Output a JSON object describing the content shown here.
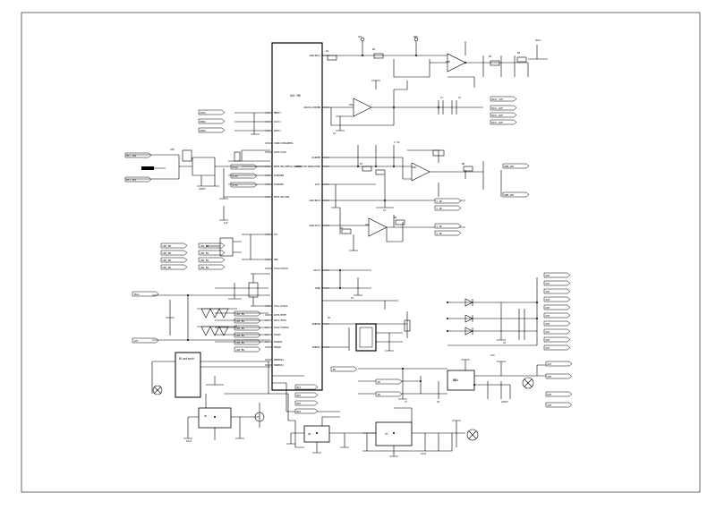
{
  "ic": {
    "main_name": "U41 MB",
    "left_pins": [
      "MBEST",
      "AVCC1",
      "AUDC1",
      "AVDD1/DEGAMPOL",
      "AVSS1/PAC",
      "MODE/DE/PPRVG/SGLPOL",
      "ECDDPRB",
      "ECDDPRS",
      "MODE/DE/PUR",
      "VCC",
      "GND",
      "XTAL2/DXCO",
      "XTAL1/DXCI",
      "PAT0/POFP",
      "PAT1/POFS",
      "PXCK/TOPPOL",
      "TOPS5",
      "PXGRP5",
      "PMAGB",
      "PWRPDSG",
      "PWRPDS1"
    ],
    "right_pins": [
      "AADC0PC1",
      "AAUVSL/RDVBB",
      "DGPRHP",
      "DMBDP/DE/GNADSTUPD",
      "AVCC",
      "AADC0PC2",
      "AADC1PC1",
      "AVCC2",
      "AGND",
      "ADBAP0",
      "ADBAP1"
    ]
  },
  "tags_left": [
    "DTDA",
    "DPDA",
    "DPDA",
    "RF+_JN1",
    "RF+_OUT",
    "DTOA",
    "DTOA",
    "DTOA",
    "LED_EN",
    "LED_EN",
    "LED_EN",
    "LED_EN",
    "LED_EN",
    "LED_EN",
    "LED_EN",
    "LED_EN",
    "IN+1",
    "OUT",
    "LED_EN",
    "LED_EN",
    "LED_EN",
    "LED_EN",
    "LED_EN",
    "LED_EN"
  ],
  "tags_right_top": [
    "BAT+_OUT",
    "BAT+_OUT",
    "BAT+_OUT",
    "BAT+_OUT"
  ],
  "tags_right_mid": [
    "PWM_OUT",
    "PWM_OUT",
    "V_IN",
    "V_IN",
    "V_IN",
    "V_IN"
  ],
  "tags_right_bank": [
    "OUT",
    "OUT",
    "OUT",
    "OUT",
    "OUT",
    "OUT",
    "OUT",
    "OUT",
    "OUT",
    "OUT"
  ],
  "tags_bottom_mid": [
    "BAT",
    "BAT",
    "BAT",
    "BAT"
  ],
  "tags_bottom_right": [
    "IN",
    "IN",
    "IN",
    "OUT",
    "OUT",
    "OUT",
    "OUT"
  ],
  "parts": {
    "bluetooth": "Bluetooth",
    "tda": "TDA",
    "opamps": [
      "U1A",
      "U1B",
      "U2A",
      "U2B"
    ],
    "regs": [
      "U5",
      "U6",
      "U7",
      "U8"
    ],
    "pwr": [
      "VCC",
      "GND",
      "AVCC",
      "3.3V",
      "5V",
      "12V"
    ],
    "passives": [
      "R1",
      "R2",
      "R3",
      "R4",
      "R5",
      "R6",
      "R7",
      "R8",
      "C1",
      "C2",
      "C3",
      "C4",
      "C5",
      "C6",
      "C7",
      "C8",
      "10K",
      "100nF",
      "1uF",
      "10uF",
      "47uF",
      "220uF"
    ]
  }
}
